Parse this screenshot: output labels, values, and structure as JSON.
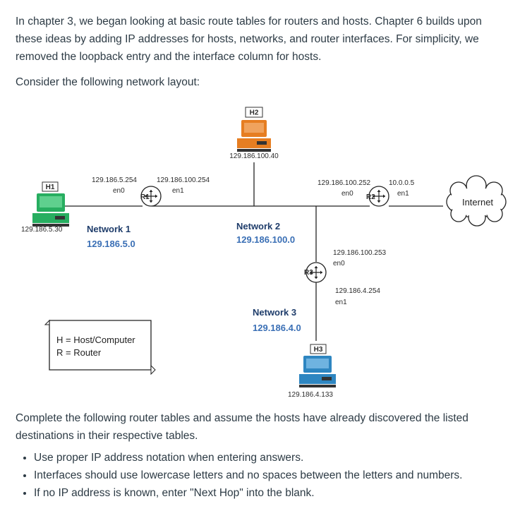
{
  "paragraphs": {
    "p1": "In chapter 3, we began looking at basic route tables for routers and hosts. Chapter 6 builds upon these ideas by adding IP addresses for hosts, networks, and router interfaces. For simplicity, we removed the loopback entry and the interface column for hosts.",
    "p2": "Consider the following network layout:",
    "p3": "Complete the following router tables and assume the hosts have already discovered the listed destinations in their respective tables."
  },
  "bullets": [
    "Use proper IP address notation when entering answers.",
    "Interfaces should use lowercase letters and no spaces between the letters and numbers.",
    "If no IP address is known, enter \"Next Hop\" into the blank."
  ],
  "diagram": {
    "hosts": {
      "h1": {
        "label": "H1",
        "ip": "129.186.5.30",
        "color": "#27ae60"
      },
      "h2": {
        "label": "H2",
        "ip": "129.186.100.40",
        "color": "#e67e22"
      },
      "h3": {
        "label": "H3",
        "ip": "129.186.4.133",
        "color": "#2e86c1"
      }
    },
    "routers": {
      "r1": {
        "label": "R1",
        "if0_ip": "129.186.5.254",
        "if0_name": "en0",
        "if1_ip": "129.186.100.254",
        "if1_name": "en1"
      },
      "r2": {
        "label": "R2",
        "if0_ip": "129.186.100.252",
        "if0_name": "en0",
        "if1_ip": "10.0.0.5",
        "if1_name": "en1"
      },
      "r3": {
        "label": "R3",
        "if0_ip": "129.186.100.253",
        "if0_name": "en0",
        "if1_ip": "129.186.4.254",
        "if1_name": "en1"
      }
    },
    "networks": {
      "n1": {
        "name": "Network 1",
        "addr": "129.186.5.0"
      },
      "n2": {
        "name": "Network 2",
        "addr": "129.186.100.0"
      },
      "n3": {
        "name": "Network 3",
        "addr": "129.186.4.0"
      }
    },
    "internet": "Internet",
    "legend": [
      "H = Host/Computer",
      "R = Router"
    ]
  }
}
